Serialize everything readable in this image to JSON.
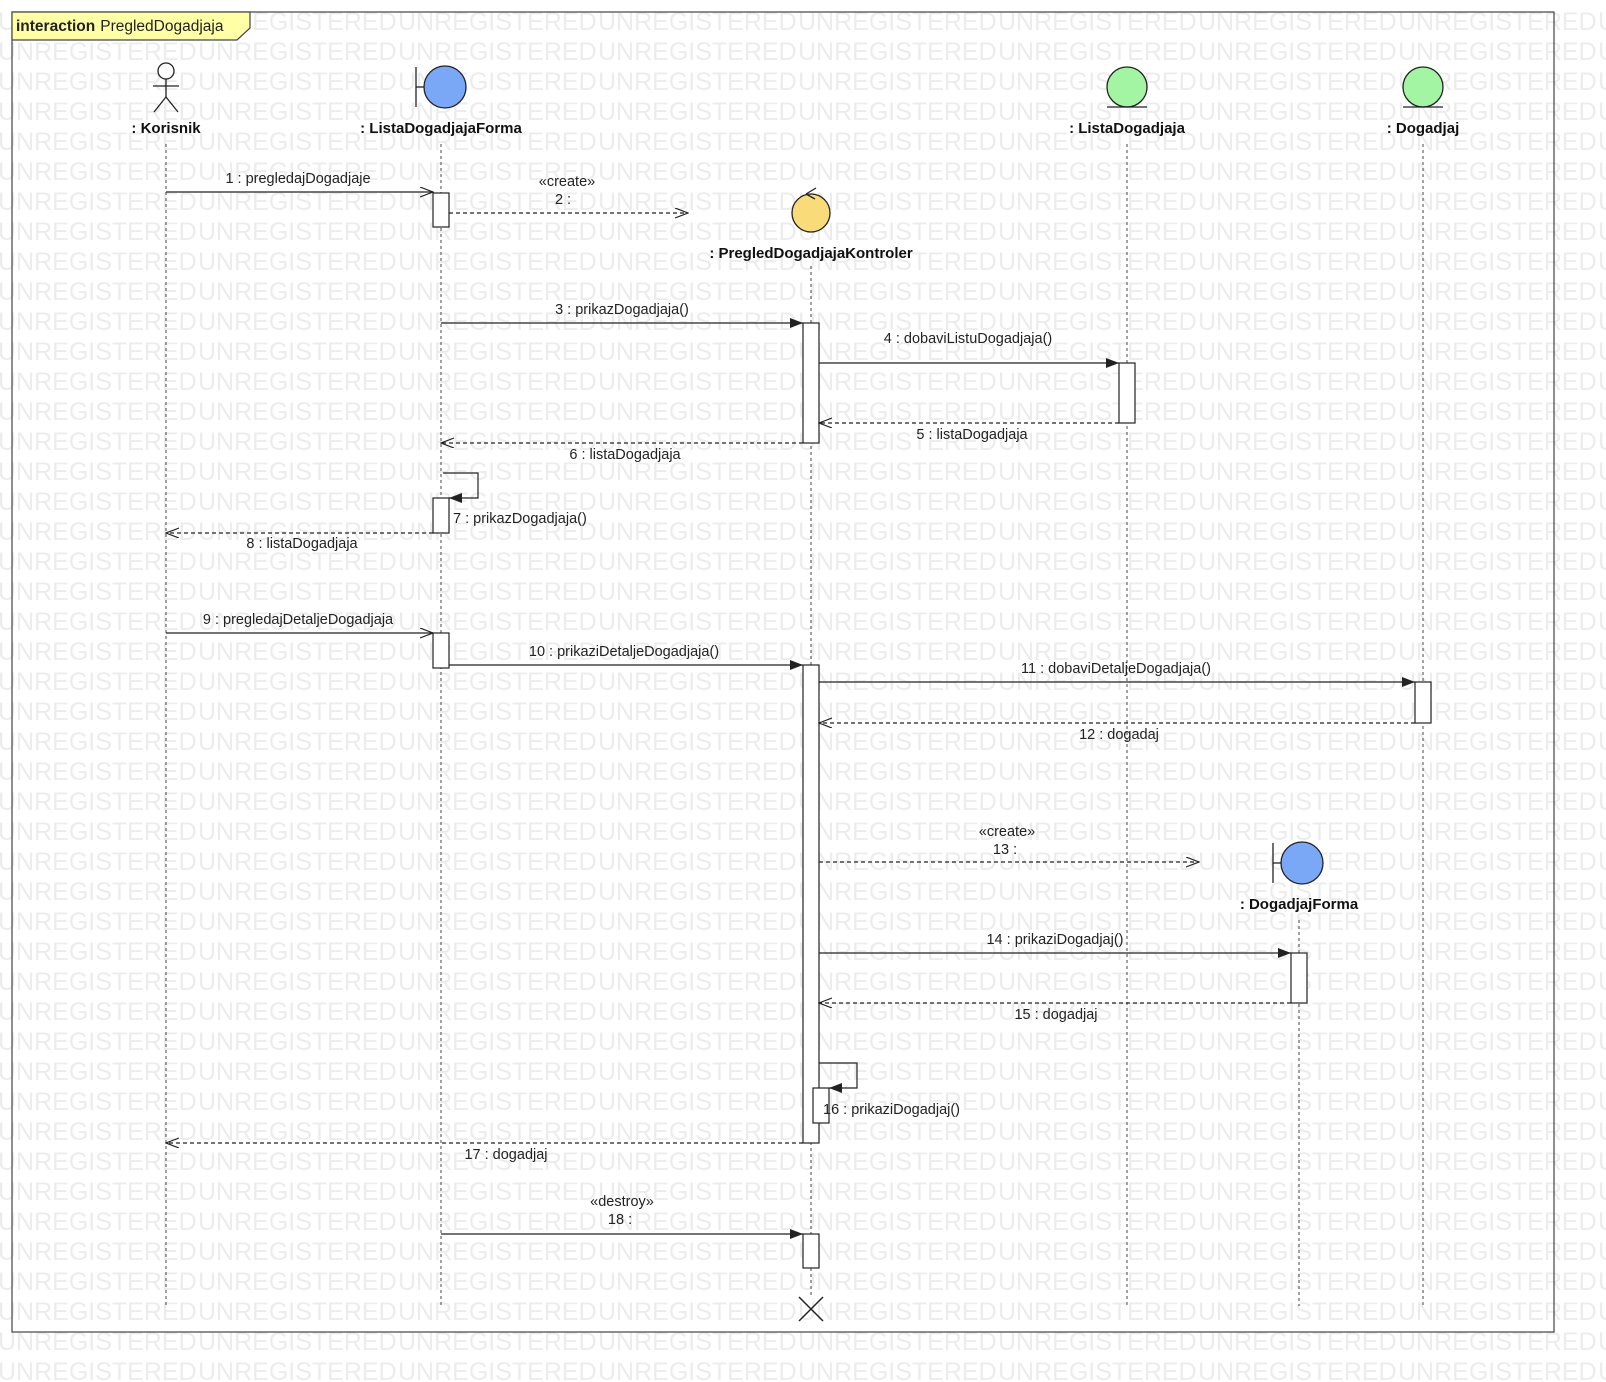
{
  "frame": {
    "kind": "interaction",
    "name": "PregledDogadjaja"
  },
  "watermark": "UNREGISTERED",
  "colors": {
    "boundary": "#7ba7f7",
    "entity": "#a3f5a3",
    "control": "#fadb7a",
    "frame_tab": "#ffffa6",
    "line": "#222222",
    "watermark": "#ececec"
  },
  "participants": [
    {
      "id": "korisnik",
      "name": ": Korisnik",
      "kind": "actor",
      "icon": "actor-icon"
    },
    {
      "id": "listaForma",
      "name": ": ListaDogadjajaForma",
      "kind": "boundary",
      "icon": "boundary-icon"
    },
    {
      "id": "kontroler",
      "name": ": PregledDogadjajaKontroler",
      "kind": "control",
      "icon": "control-icon",
      "created_by": "2"
    },
    {
      "id": "lista",
      "name": ": ListaDogadjaja",
      "kind": "entity",
      "icon": "entity-icon"
    },
    {
      "id": "dogadjaj",
      "name": ": Dogadjaj",
      "kind": "entity",
      "icon": "entity-icon"
    },
    {
      "id": "dogadjajForma",
      "name": ": DogadjajForma",
      "kind": "boundary",
      "icon": "boundary-icon",
      "created_by": "13"
    }
  ],
  "messages": [
    {
      "n": "1",
      "label": "1 : pregledajDogadjaje",
      "from": "korisnik",
      "to": "listaForma",
      "type": "sync-open"
    },
    {
      "n": "2",
      "label": "2 :",
      "stereotype": "«create»",
      "from": "listaForma",
      "to": "kontroler",
      "type": "create"
    },
    {
      "n": "3",
      "label": "3 : prikazDogadjaja()",
      "from": "listaForma",
      "to": "kontroler",
      "type": "sync"
    },
    {
      "n": "4",
      "label": "4 : dobaviListuDogadjaja()",
      "from": "kontroler",
      "to": "lista",
      "type": "sync"
    },
    {
      "n": "5",
      "label": "5 : listaDogadjaja",
      "from": "lista",
      "to": "kontroler",
      "type": "reply"
    },
    {
      "n": "6",
      "label": "6 : listaDogadjaja",
      "from": "kontroler",
      "to": "listaForma",
      "type": "reply"
    },
    {
      "n": "7",
      "label": "7 : prikazDogadjaja()",
      "from": "listaForma",
      "to": "listaForma",
      "type": "self"
    },
    {
      "n": "8",
      "label": "8 : listaDogadjaja",
      "from": "listaForma",
      "to": "korisnik",
      "type": "reply"
    },
    {
      "n": "9",
      "label": "9 : pregledajDetaljeDogadjaja",
      "from": "korisnik",
      "to": "listaForma",
      "type": "sync-open"
    },
    {
      "n": "10",
      "label": "10 : prikaziDetaljeDogadjaja()",
      "from": "listaForma",
      "to": "kontroler",
      "type": "sync"
    },
    {
      "n": "11",
      "label": "11 : dobaviDetaljeDogadjaja()",
      "from": "kontroler",
      "to": "dogadjaj",
      "type": "sync"
    },
    {
      "n": "12",
      "label": "12 : dogadaj",
      "from": "dogadjaj",
      "to": "kontroler",
      "type": "reply"
    },
    {
      "n": "13",
      "label": "13 :",
      "stereotype": "«create»",
      "from": "kontroler",
      "to": "dogadjajForma",
      "type": "create"
    },
    {
      "n": "14",
      "label": "14 : prikaziDogadjaj()",
      "from": "kontroler",
      "to": "dogadjajForma",
      "type": "sync"
    },
    {
      "n": "15",
      "label": "15 : dogadjaj",
      "from": "dogadjajForma",
      "to": "kontroler",
      "type": "reply"
    },
    {
      "n": "16",
      "label": "16 : prikaziDogadjaj()",
      "from": "kontroler",
      "to": "kontroler",
      "type": "self"
    },
    {
      "n": "17",
      "label": "17 : dogadjaj",
      "from": "kontroler",
      "to": "korisnik",
      "type": "reply"
    },
    {
      "n": "18",
      "label": "18 :",
      "stereotype": "«destroy»",
      "from": "listaForma",
      "to": "kontroler",
      "type": "destroy"
    }
  ]
}
